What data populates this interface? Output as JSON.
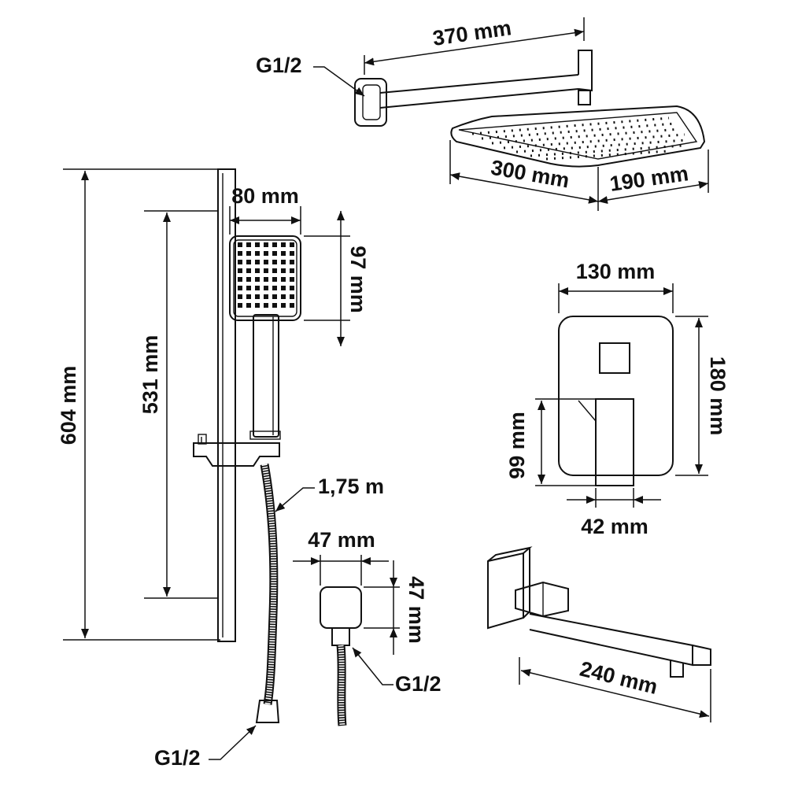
{
  "labels": {
    "arm_length": "370 mm",
    "arm_thread": "G1/2",
    "head_length": "300 mm",
    "head_width": "190 mm",
    "rail_height": "604 mm",
    "rail_spacing": "531 mm",
    "hand_width": "80 mm",
    "hand_height": "97 mm",
    "hose_length": "1,75 m",
    "hose_thread": "G1/2",
    "mixer_width": "130 mm",
    "mixer_height": "180 mm",
    "lever_height": "99 mm",
    "lever_width": "42 mm",
    "outlet_width": "47 mm",
    "outlet_height": "47 mm",
    "outlet_thread": "G1/2",
    "spout_length": "240 mm"
  }
}
